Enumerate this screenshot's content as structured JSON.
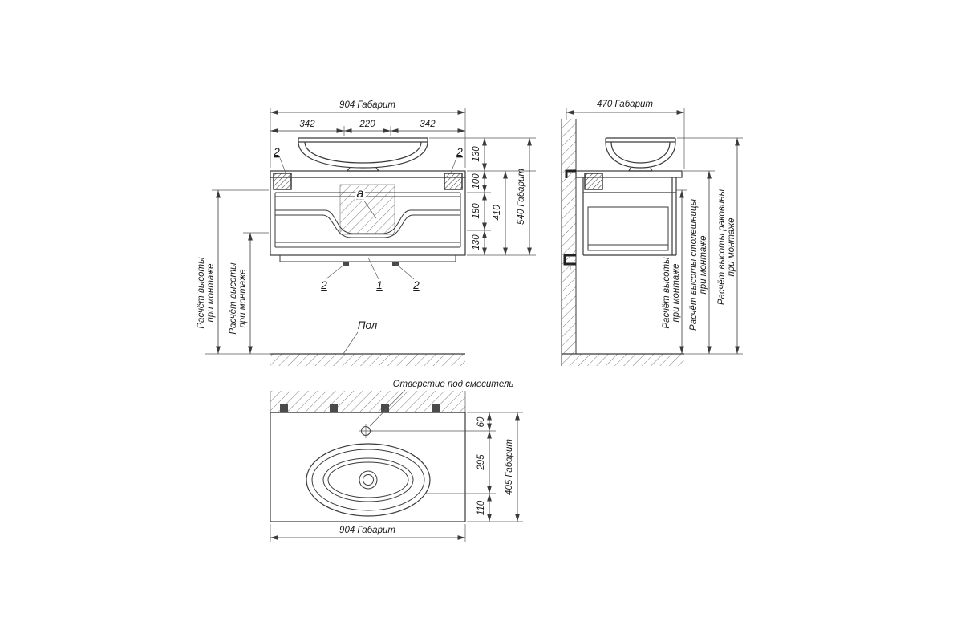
{
  "drawing": {
    "ink": "#3a3a3a",
    "front_view": {
      "dim_overall_width": "904 Габарит",
      "dim_seg_left": "342",
      "dim_seg_center": "220",
      "dim_seg_right": "342",
      "dim_sink_height": "130",
      "dim_section_100": "100",
      "dim_section_180": "180",
      "dim_section_130": "130",
      "dim_cabinet_height": "410",
      "dim_overall_height": "540 Габарит",
      "callout_bracket_left": "2",
      "callout_bracket_right": "2",
      "callout_detail_a": "a",
      "callout_bottom_left": "2",
      "callout_bottom_center": "1",
      "callout_bottom_right": "2",
      "mount_note_1_line1": "Расчёт высоты",
      "mount_note_1_line2": "при монтаже",
      "mount_note_2_line1": "Расчёт высоты",
      "mount_note_2_line2": "при монтаже",
      "floor_label": "Пол"
    },
    "side_view": {
      "dim_overall_depth": "470 Габарит",
      "mount_note_line1": "Расчёт высоты",
      "mount_note_line2": "при монтаже",
      "countertop_note_line1": "Расчёт высоты столешницы",
      "countertop_note_line2": "при монтаже",
      "basin_note_line1": "Расчёт высоты раковины",
      "basin_note_line2": "при монтаже"
    },
    "plan_view": {
      "faucet_label": "Отверстие под смеситель",
      "dim_wall_to_faucet": "60",
      "dim_faucet_to_drain": "295",
      "dim_drain_to_front": "110",
      "dim_overall_depth": "405 Габарит",
      "dim_overall_width": "904 Габарит"
    }
  }
}
